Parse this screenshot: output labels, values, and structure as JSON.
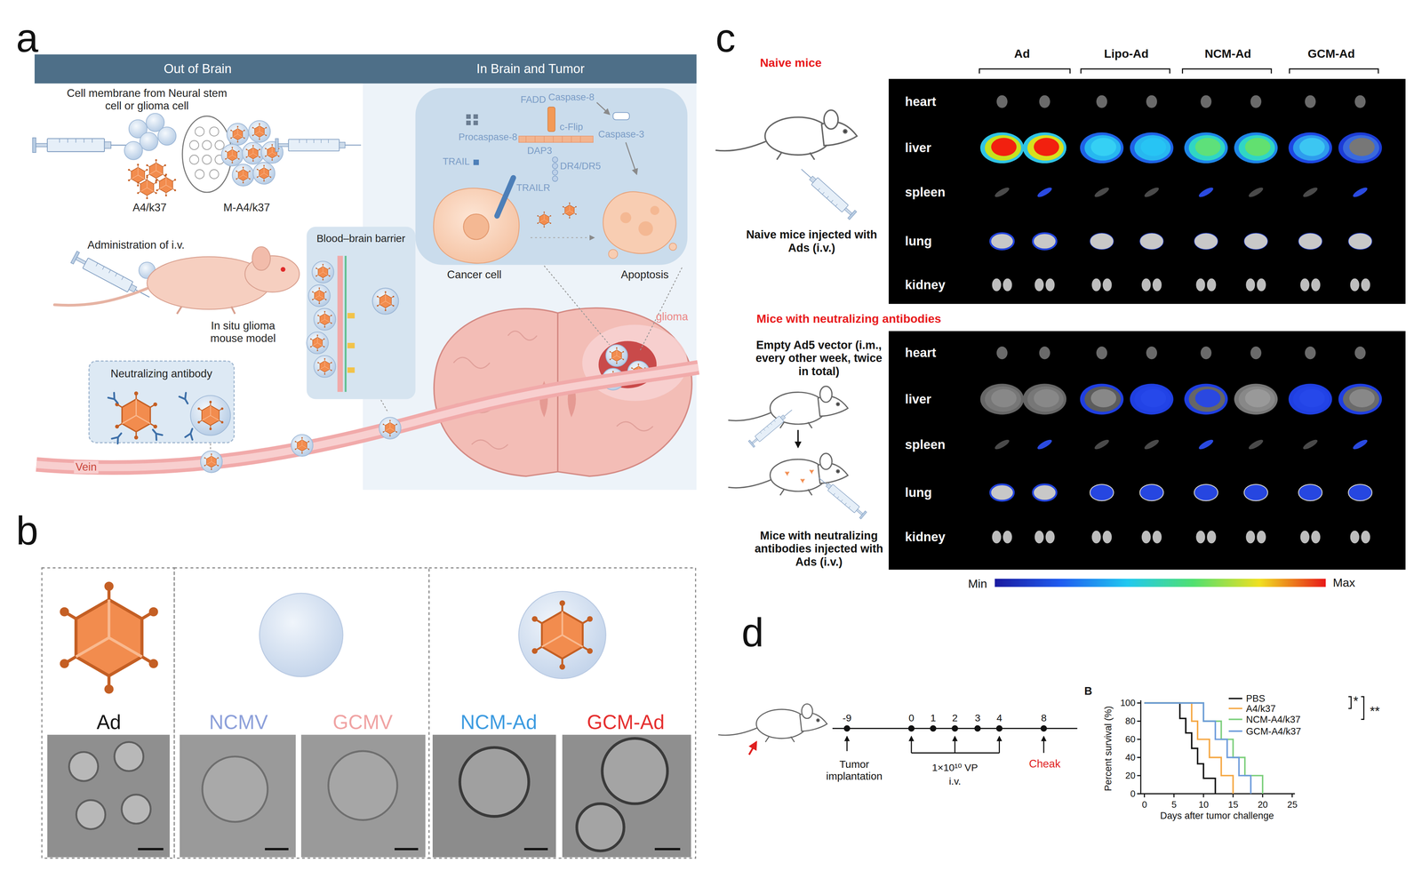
{
  "diagram": {
    "nodes": [
      {
        "text": [
          "Out of Brain",
          "In Brain and Tumor"
        ]
      },
      {
        "text": [
          "Neutralizing antibody"
        ]
      },
      {
        "text": [
          "Blood–brain barrier"
        ]
      },
      {
        "text": [
          "Cancer cell",
          "Apoptosis"
        ]
      },
      {
        "text": [
          "Ad"
        ]
      },
      {
        "text": [
          "NCMV",
          "GCMV"
        ]
      },
      {
        "text": [
          "NCM-Ad",
          "GCM-Ad"
        ]
      },
      {
        "text": [
          "heart",
          "liver",
          "spleen",
          "lung",
          "kidney"
        ]
      },
      {
        "text": [
          "heart",
          "liver",
          "spleen",
          "lung",
          "kidney"
        ]
      }
    ],
    "labels": [
      "a",
      "Cell membrane from Neural stem cell or glioma cell",
      "A4/k37",
      "M-A4/k37",
      "Administration of i.v.",
      "In situ glioma mouse model",
      "FADD",
      "Caspase-8",
      "c-Flip",
      "Procaspase-8",
      "DAP3",
      "TRAIL",
      "Caspase-3",
      "TRAILR",
      "DR4/DR5",
      "glioma",
      "Vein",
      "b",
      "c",
      "Naive mice",
      "Ad",
      "Lipo-Ad",
      "NCM-Ad",
      "GCM-Ad",
      "Naive mice injected with Ads (i.v.)",
      "Mice with neutralizing antibodies",
      "Empty Ad5 vector (i.m., every other week, twice in total)",
      "Mice with neutralizing antibodies injected with Ads (i.v.)",
      "Min",
      "Max",
      "d",
      "-9",
      "0",
      "1",
      "2",
      "3",
      "4",
      "8",
      "Tumor implantation",
      "1×10¹⁰ VP",
      "i.v.",
      "Cheak",
      "B",
      "Percent survival (%)",
      "Days after tumor challenge",
      "0",
      "20",
      "40",
      "60",
      "80",
      "100",
      "0",
      "5",
      "10",
      "15",
      "20",
      "25",
      "*",
      "**"
    ],
    "legend": [
      {
        "text": "PBS"
      },
      {
        "text": "A4/k37"
      },
      {
        "text": "NCM-A4/k37"
      },
      {
        "text": "GCM-A4/k37"
      }
    ]
  }
}
